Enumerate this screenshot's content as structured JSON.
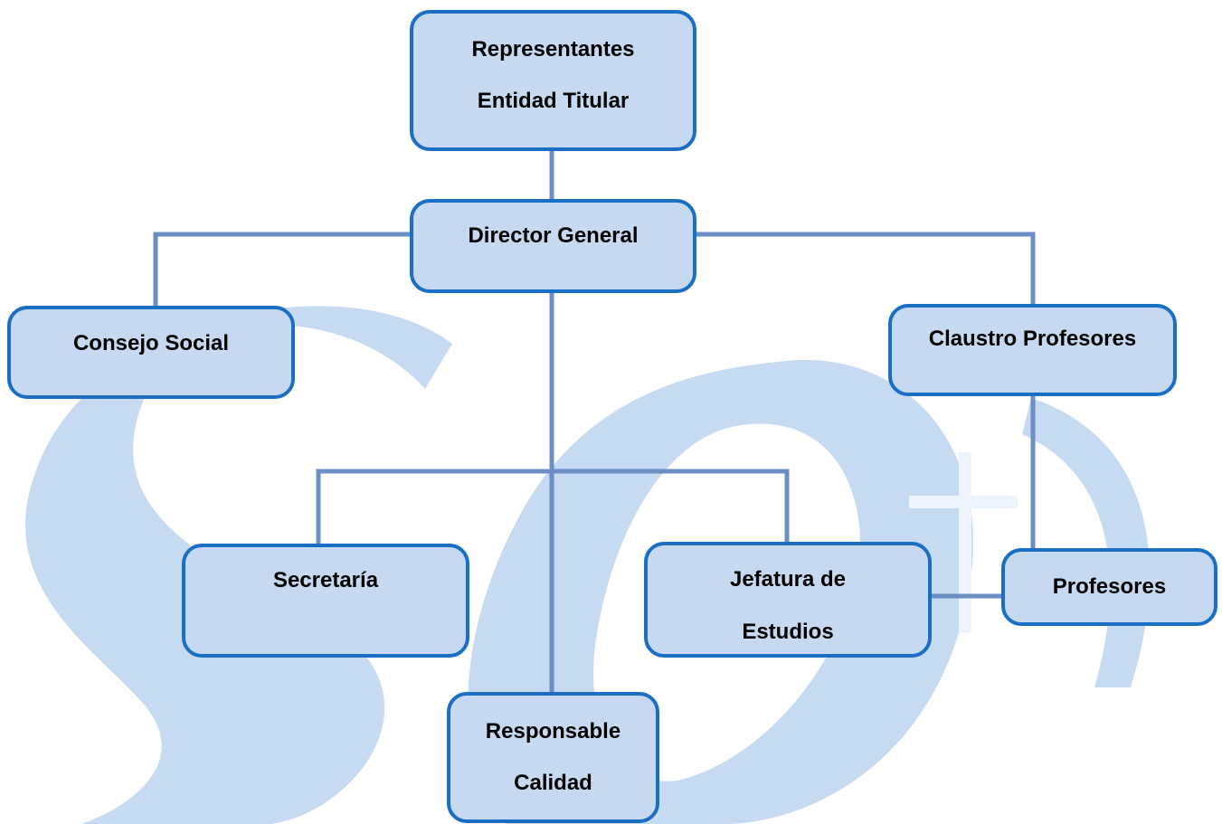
{
  "colors": {
    "node_fill": "#c7d9f0",
    "node_border": "#1a6fc4",
    "connector": "#6b8fc4",
    "watermark": "#c6daf2"
  },
  "nodes": {
    "representantes": {
      "line1": "Representantes",
      "line2": "Entidad Titular"
    },
    "director": {
      "label": "Director General"
    },
    "consejo": {
      "label": "Consejo Social"
    },
    "claustro": {
      "label": "Claustro Profesores"
    },
    "secretaria": {
      "label": "Secretaría"
    },
    "jefatura": {
      "line1": "Jefatura de",
      "line2": "Estudios"
    },
    "profesores": {
      "label": "Profesores"
    },
    "calidad": {
      "line1": "Responsable",
      "line2": "Calidad"
    }
  }
}
